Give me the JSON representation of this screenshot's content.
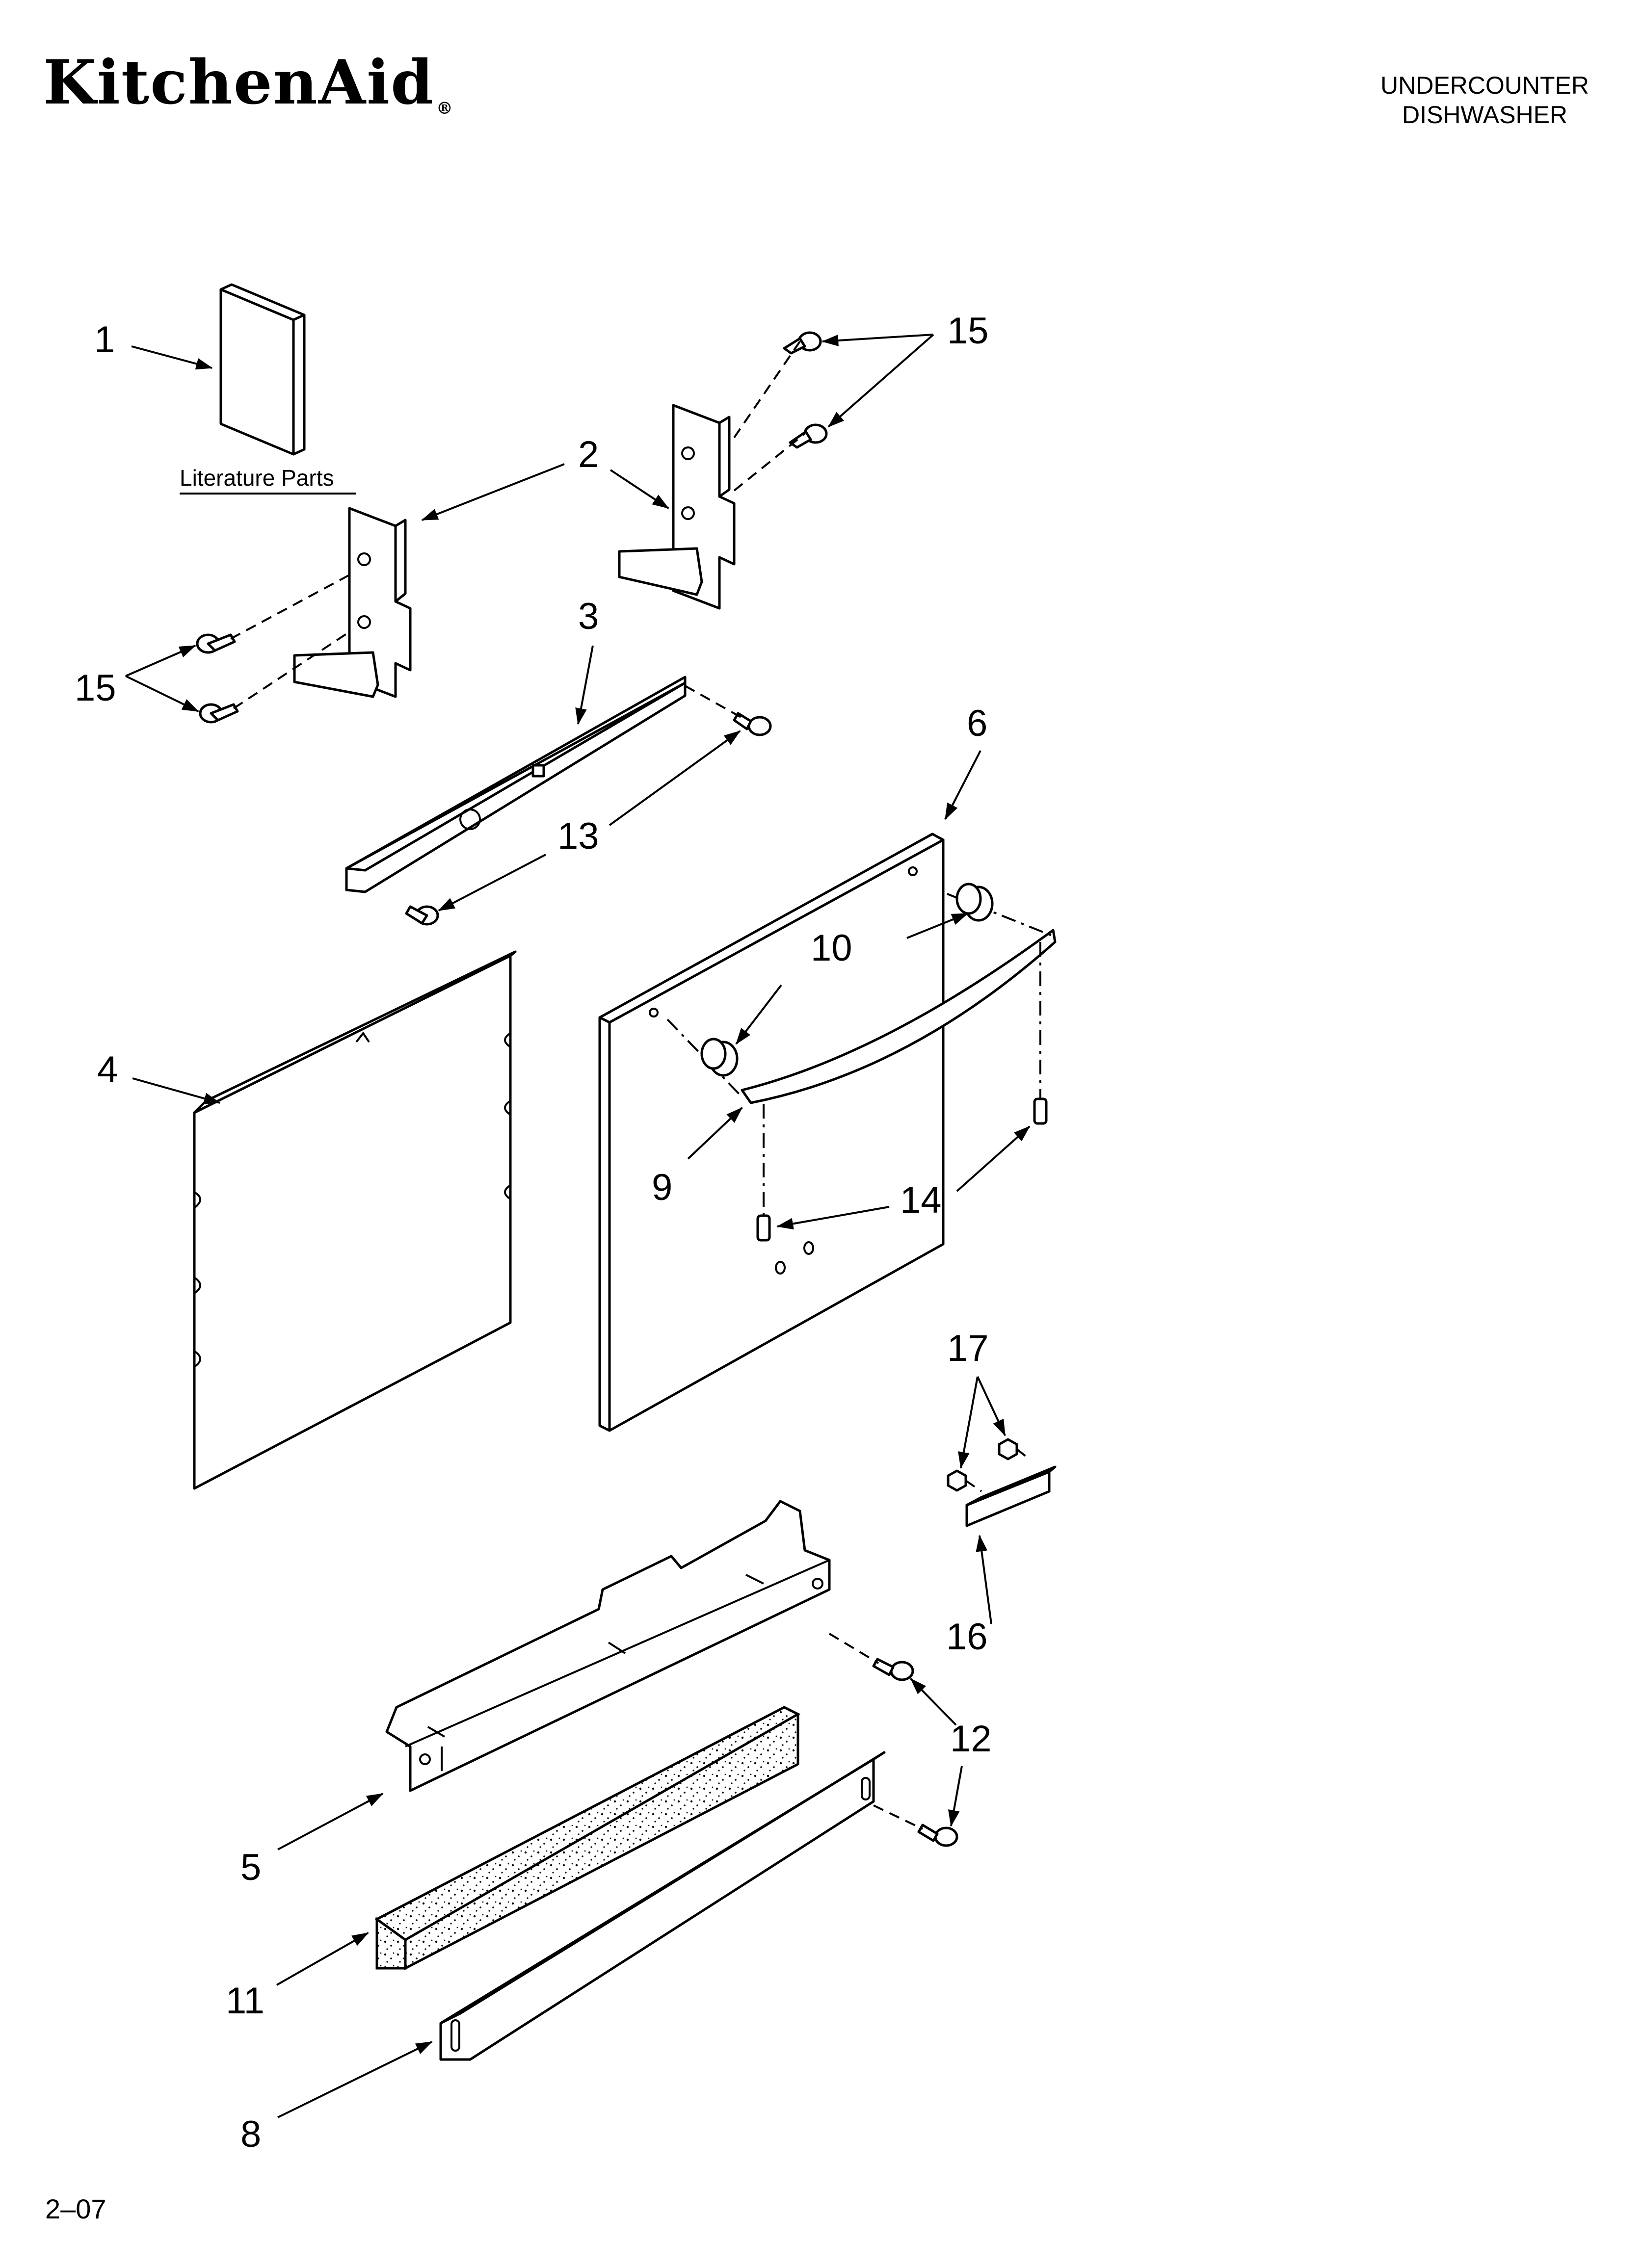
{
  "header": {
    "brand": "KitchenAid",
    "brand_mark": "®",
    "title_line1": "UNDERCOUNTER",
    "title_line2": "DISHWASHER"
  },
  "literature_label": "Literature Parts",
  "footer": {
    "code": "2–07"
  },
  "callouts": {
    "c1": "1",
    "c2": "2",
    "c3": "3",
    "c4": "4",
    "c5": "5",
    "c6": "6",
    "c8": "8",
    "c9": "9",
    "c10": "10",
    "c11": "11",
    "c12": "12",
    "c13": "13",
    "c14": "14",
    "c15a": "15",
    "c15b": "15",
    "c16": "16",
    "c17": "17"
  }
}
